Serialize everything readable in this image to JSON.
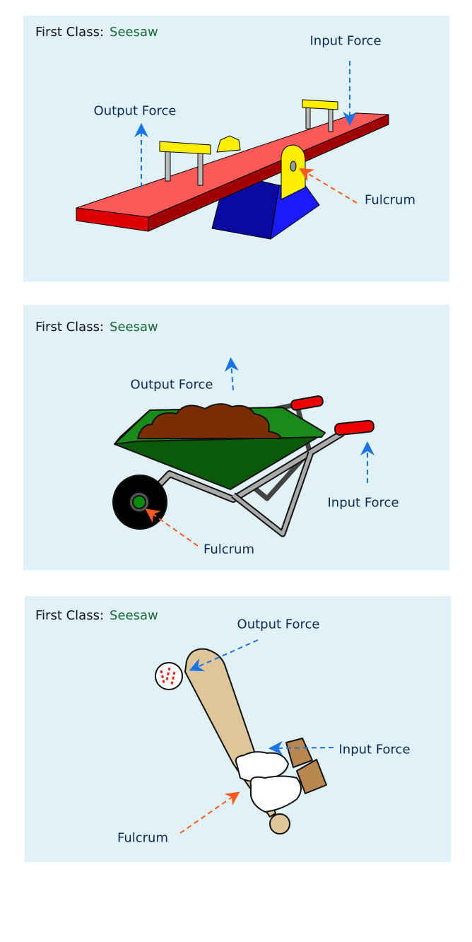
{
  "colors": {
    "panel_bg": "#e0f2f7",
    "force_arrow": "#1a73e8",
    "fulcrum_arrow": "#ff5a1f",
    "label": "#0d2a55",
    "subtitle": "#1b6b34"
  },
  "panels": [
    {
      "title": "First Class:",
      "subtitle": "Seesaw",
      "output_label": "Output Force",
      "input_label": "Input Force",
      "fulcrum_label": "Fulcrum"
    },
    {
      "title": "First Class:",
      "subtitle": "Seesaw",
      "output_label": "Output Force",
      "input_label": "Input Force",
      "fulcrum_label": "Fulcrum"
    },
    {
      "title": "First Class:",
      "subtitle": "Seesaw",
      "output_label": "Output Force",
      "input_label": "Input Force",
      "fulcrum_label": "Fulcrum"
    }
  ]
}
